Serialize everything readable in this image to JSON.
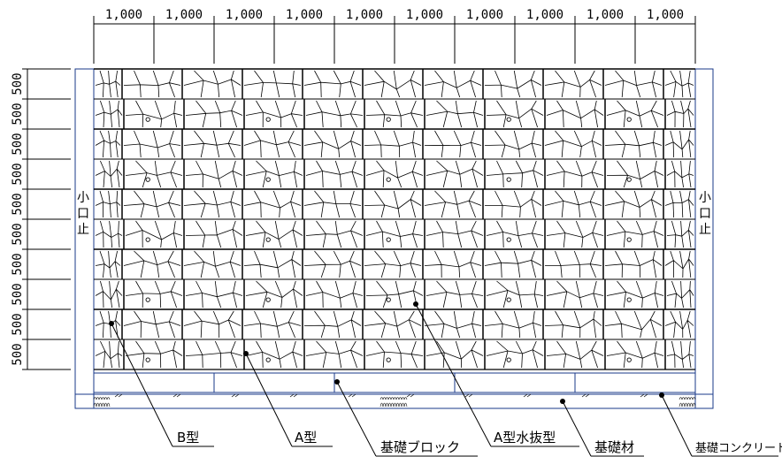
{
  "top_dimensions": [
    "1,000",
    "1,000",
    "1,000",
    "1,000",
    "1,000",
    "1,000",
    "1,000",
    "1,000",
    "1,000",
    "1,000"
  ],
  "left_dimensions": [
    "500",
    "500",
    "500",
    "500",
    "500",
    "500",
    "500",
    "500",
    "500",
    "500"
  ],
  "side_label_left": [
    "小",
    "口",
    "止"
  ],
  "side_label_right": [
    "小",
    "口",
    "止"
  ],
  "callouts": {
    "b_type": "B型",
    "a_type": "A型",
    "foundation_block": "基礎ブロック",
    "a_type_drain": "A型水抜型",
    "foundation_material": "基礎材",
    "foundation_concrete": "基礎コンクリート"
  },
  "colors": {
    "frame_blue": "#1a3a8a",
    "line_black": "#000000"
  }
}
